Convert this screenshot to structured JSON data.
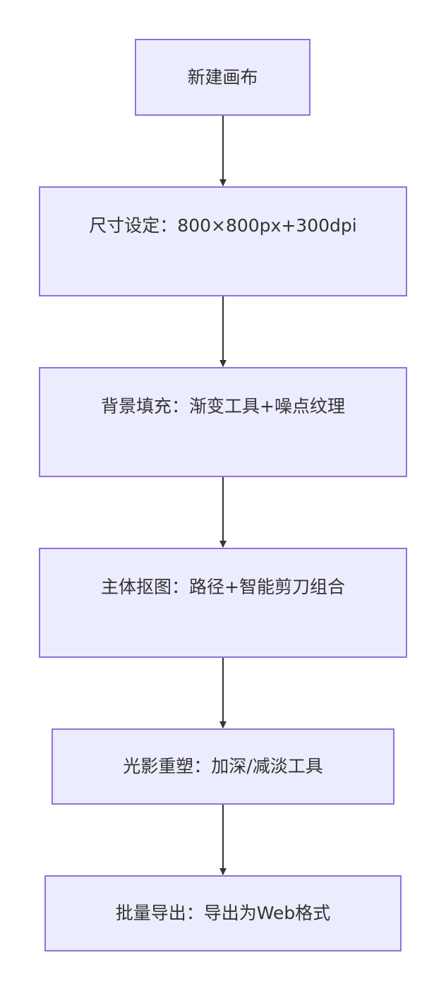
{
  "flowchart": {
    "nodes": [
      {
        "id": "n1",
        "label": "新建画布"
      },
      {
        "id": "n2",
        "label": "尺寸设定：800×800px+300dpi"
      },
      {
        "id": "n3",
        "label": "背景填充：渐变工具+噪点纹理"
      },
      {
        "id": "n4",
        "label": "主体抠图：路径+智能剪刀组合"
      },
      {
        "id": "n5",
        "label": "光影重塑：加深/减淡工具"
      },
      {
        "id": "n6",
        "label": "批量导出：导出为Web格式"
      }
    ],
    "edges": [
      {
        "from": "n1",
        "to": "n2"
      },
      {
        "from": "n2",
        "to": "n3"
      },
      {
        "from": "n3",
        "to": "n4"
      },
      {
        "from": "n4",
        "to": "n5"
      },
      {
        "from": "n5",
        "to": "n6"
      }
    ],
    "colors": {
      "node_fill": "#ECECFF",
      "node_border": "#9370DB",
      "edge": "#333333",
      "text": "#333333"
    }
  }
}
